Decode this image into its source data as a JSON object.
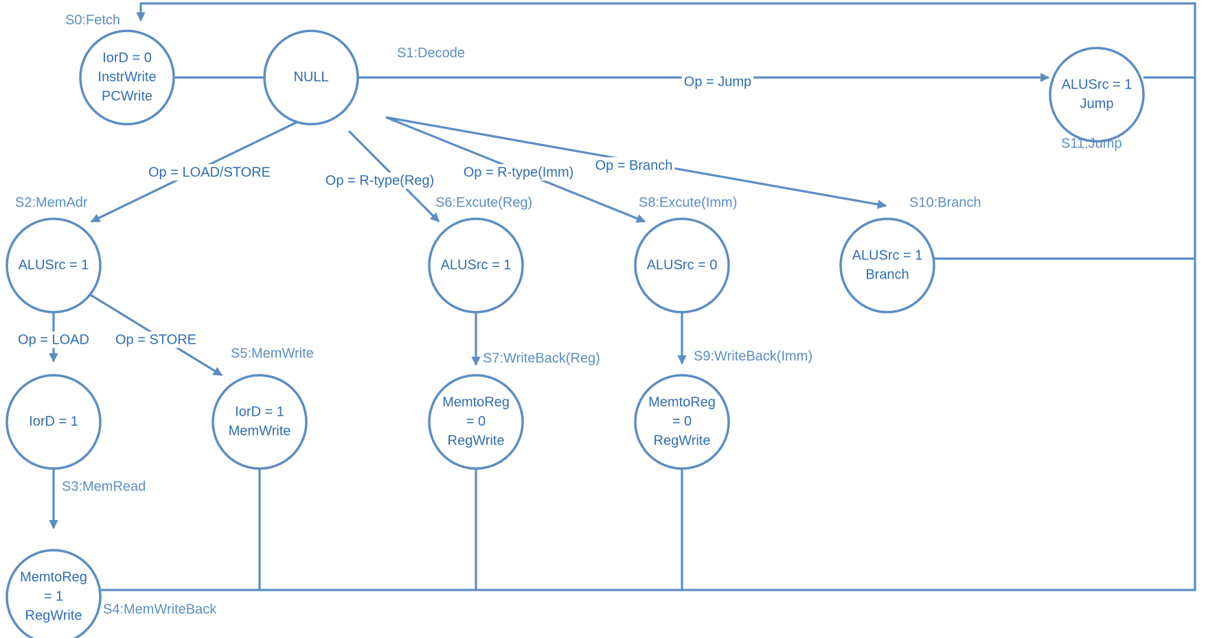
{
  "colors": {
    "stroke": "#5b8dc3",
    "state_text": "#2f6db3",
    "label_text": "#5b8dc3",
    "edge_text": "#2f6db3"
  },
  "states": [
    {
      "id": "s0",
      "label": "S0:Fetch",
      "lines": [
        "IorD = 0",
        "InstrWrite",
        "PCWrite"
      ]
    },
    {
      "id": "s1",
      "label": "S1:Decode",
      "lines": [
        "NULL"
      ]
    },
    {
      "id": "s2",
      "label": "S2:MemAdr",
      "lines": [
        "ALUSrc = 1"
      ]
    },
    {
      "id": "s3",
      "label": "S3:MemRead",
      "lines": [
        "IorD = 1"
      ]
    },
    {
      "id": "s4",
      "label": "S4:MemWriteBack",
      "lines": [
        "MemtoReg",
        "= 1",
        "RegWrite"
      ]
    },
    {
      "id": "s5",
      "label": "S5:MemWrite",
      "lines": [
        "IorD = 1",
        "MemWrite"
      ]
    },
    {
      "id": "s6",
      "label": "S6:Excute(Reg)",
      "lines": [
        "ALUSrc = 1"
      ]
    },
    {
      "id": "s7",
      "label": "S7:WriteBack(Reg)",
      "lines": [
        "MemtoReg",
        "= 0",
        "RegWrite"
      ]
    },
    {
      "id": "s8",
      "label": "S8:Excute(Imm)",
      "lines": [
        "ALUSrc = 0"
      ]
    },
    {
      "id": "s9",
      "label": "S9:WriteBack(Imm)",
      "lines": [
        "MemtoReg",
        "= 0",
        "RegWrite"
      ]
    },
    {
      "id": "s10",
      "label": "S10:Branch",
      "lines": [
        "ALUSrc = 1",
        "Branch"
      ]
    },
    {
      "id": "s11",
      "label": "S11:Jump",
      "lines": [
        "ALUSrc = 1",
        "Jump"
      ]
    }
  ],
  "transitions": [
    {
      "from": "s0",
      "to": "s1",
      "label": ""
    },
    {
      "from": "s1",
      "to": "s11",
      "label": "Op = Jump"
    },
    {
      "from": "s1",
      "to": "s2",
      "label": "Op = LOAD/STORE"
    },
    {
      "from": "s1",
      "to": "s6",
      "label": "Op = R-type(Reg)"
    },
    {
      "from": "s1",
      "to": "s8",
      "label": "Op = R-type(Imm)"
    },
    {
      "from": "s1",
      "to": "s10",
      "label": "Op = Branch"
    },
    {
      "from": "s2",
      "to": "s3",
      "label": "Op = LOAD"
    },
    {
      "from": "s2",
      "to": "s5",
      "label": "Op = STORE"
    },
    {
      "from": "s3",
      "to": "s4",
      "label": ""
    },
    {
      "from": "s6",
      "to": "s7",
      "label": ""
    },
    {
      "from": "s8",
      "to": "s9",
      "label": ""
    },
    {
      "from": "s4",
      "to": "s0",
      "label": ""
    },
    {
      "from": "s5",
      "to": "s0",
      "label": ""
    },
    {
      "from": "s7",
      "to": "s0",
      "label": ""
    },
    {
      "from": "s9",
      "to": "s0",
      "label": ""
    },
    {
      "from": "s10",
      "to": "s0",
      "label": ""
    },
    {
      "from": "s11",
      "to": "s0",
      "label": ""
    }
  ]
}
